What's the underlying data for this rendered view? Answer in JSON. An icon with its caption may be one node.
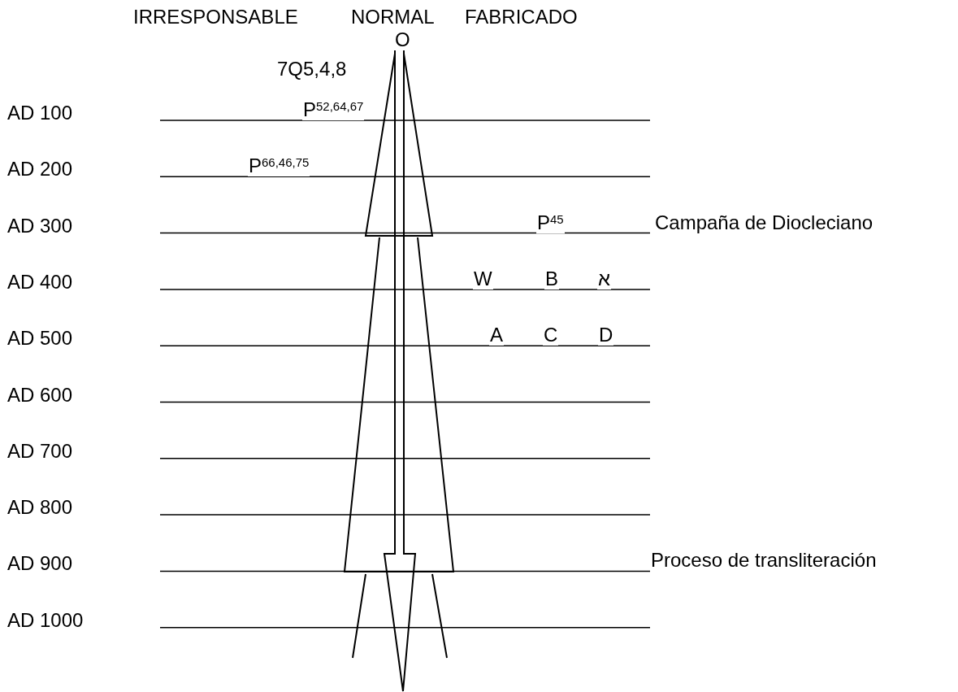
{
  "diagram": {
    "labels": [
      "IRRESPONSABLE",
      "NORMAL",
      "FABRICADO",
      "O",
      "7Q5,4,8",
      "AD 100",
      "P$^{52,64,67}$",
      "AD 200",
      "P$^{66,46,75}$",
      "AD 300",
      "P$^{45}$",
      "Campaña de Diocleciano",
      "AD 400",
      "W",
      "B",
      "א",
      "AD 500",
      "A",
      "C",
      "D",
      "AD 600",
      "AD 700",
      "AD 800",
      "AD 900",
      "Proceso de transliteración",
      "AD 1000"
    ]
  }
}
